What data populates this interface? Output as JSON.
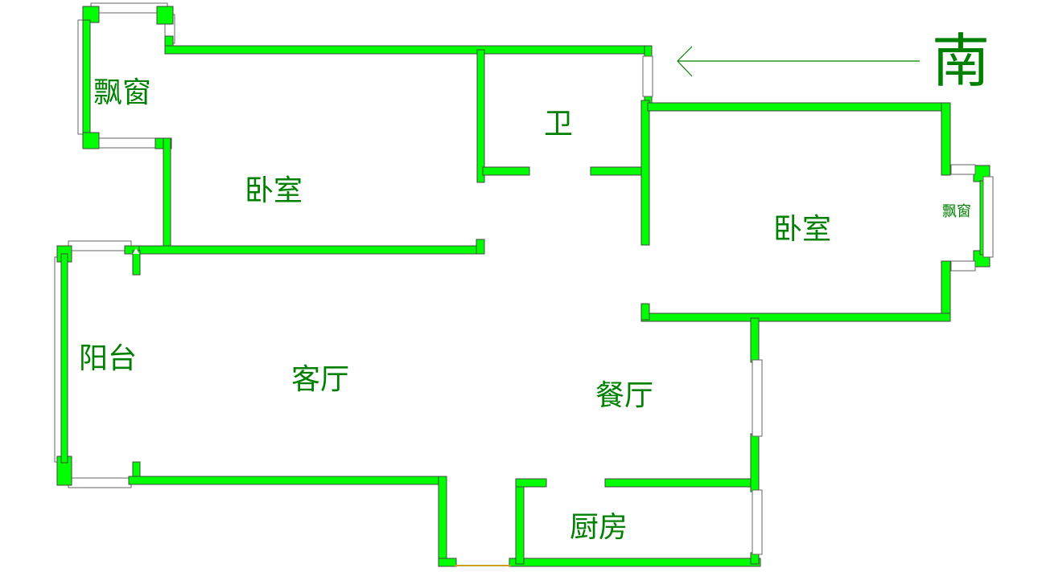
{
  "compass": {
    "label": "南"
  },
  "rooms": {
    "bay_window_left": "飘窗",
    "bedroom_left": "卧室",
    "bathroom": "卫",
    "bedroom_right": "卧室",
    "bay_window_right": "飘窗",
    "balcony": "阳台",
    "living_room": "客厅",
    "dining_room": "餐厅",
    "kitchen": "厨房"
  },
  "colors": {
    "wall": "#00ff00",
    "label": "#008000",
    "window_frame": "#666666"
  }
}
